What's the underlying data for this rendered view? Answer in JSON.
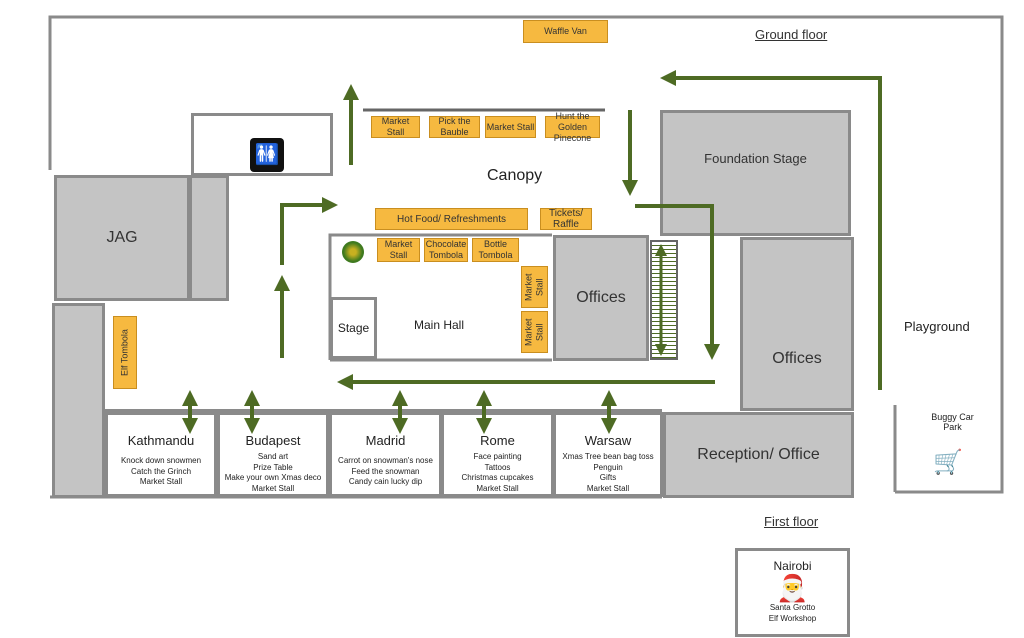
{
  "labels": {
    "ground_floor": "Ground floor",
    "first_floor": "First floor",
    "canopy": "Canopy",
    "main_hall": "Main Hall",
    "playground": "Playground",
    "buggy": "Buggy Car Park"
  },
  "areas": {
    "jag": "JAG",
    "foundation_stage": "Foundation Stage",
    "offices_center": "Offices",
    "offices_right": "Offices",
    "reception": "Reception/ Office",
    "stage": "Stage"
  },
  "stalls": {
    "waffle_van": "Waffle Van",
    "top": [
      "Market Stall",
      "Pick the Bauble",
      "Market Stall",
      "Hunt the Golden Pinecone"
    ],
    "hot_food": "Hot Food/ Refreshments",
    "tickets": "Tickets/ Raffle",
    "hall": [
      "Market Stall",
      "Chocolate Tombola",
      "Bottle Tombola"
    ],
    "hall_side": [
      "Market Stall",
      "Market Stall"
    ],
    "elf_tombola": "Elf Tombola"
  },
  "rooms": [
    {
      "name": "Kathmandu",
      "activities": [
        "Knock down snowmen",
        "Catch the Grinch",
        "Market Stall"
      ]
    },
    {
      "name": "Budapest",
      "activities": [
        "Sand art",
        "Prize Table",
        "Make your own Xmas deco",
        "Market Stall"
      ]
    },
    {
      "name": "Madrid",
      "activities": [
        "Carrot on snowman's nose",
        "Feed the snowman",
        "Candy cain lucky dip"
      ]
    },
    {
      "name": "Rome",
      "activities": [
        "Face painting",
        "Tattoos",
        "Christmas cupcakes",
        "Market Stall"
      ]
    },
    {
      "name": "Warsaw",
      "activities": [
        "Xmas Tree bean bag toss",
        "Penguin",
        "Gifts",
        "Market Stall"
      ]
    }
  ],
  "nairobi": {
    "name": "Nairobi",
    "activities": [
      "Santa Grotto",
      "Elf Workshop"
    ]
  },
  "colors": {
    "stall": "#f6b940",
    "room_gray": "#c4c4c4",
    "arrow": "#4e6b24"
  }
}
